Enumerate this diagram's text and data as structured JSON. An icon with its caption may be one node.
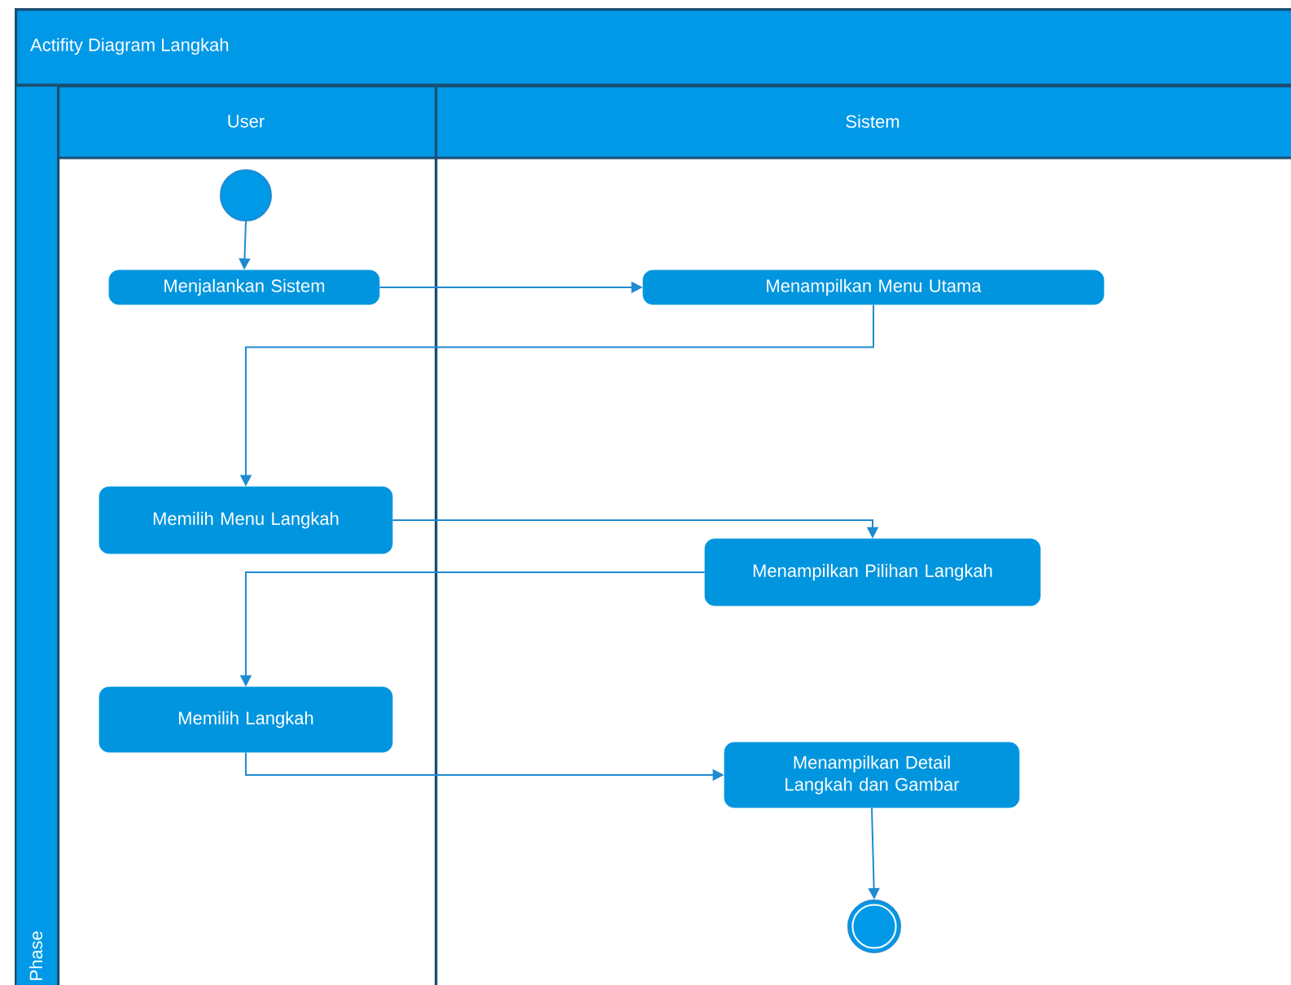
{
  "diagram": {
    "nodes": [
      {
        "text": [
          "Actifity Diagram Langkah"
        ]
      },
      {
        "text": [
          "Phase"
        ],
        "in": 0
      },
      {
        "text": [
          "User"
        ],
        "in": 0
      },
      {
        "text": [
          "Sistem"
        ],
        "in": 0
      },
      {
        "text": [],
        "shape": "circle",
        "in": 2
      },
      {
        "text": [
          "Menjalankan Sistem"
        ],
        "in": 2
      },
      {
        "text": [
          "Menampilkan Menu Utama"
        ],
        "in": 3
      },
      {
        "text": [
          "Memilih Menu Langkah"
        ],
        "in": 2
      },
      {
        "text": [
          "Menampilkan Pilihan Langkah"
        ],
        "in": 3
      },
      {
        "text": [
          "Memilih Langkah"
        ],
        "in": 2
      },
      {
        "text": [
          "Menampilkan Detail Langkah dan Gambar"
        ],
        "in": 3
      },
      {
        "text": [],
        "shape": "circle",
        "in": 3
      }
    ],
    "edges": [
      {
        "from": 4,
        "to": 5,
        "arrow": "to"
      },
      {
        "from": 5,
        "to": 6,
        "arrow": "to"
      },
      {
        "from": 6,
        "to": 7,
        "arrow": "to"
      },
      {
        "from": 7,
        "to": 8,
        "arrow": "to"
      },
      {
        "from": 8,
        "to": 9,
        "arrow": "to"
      },
      {
        "from": 9,
        "to": 10,
        "arrow": "to"
      },
      {
        "from": 10,
        "to": 11,
        "arrow": "to"
      }
    ]
  }
}
